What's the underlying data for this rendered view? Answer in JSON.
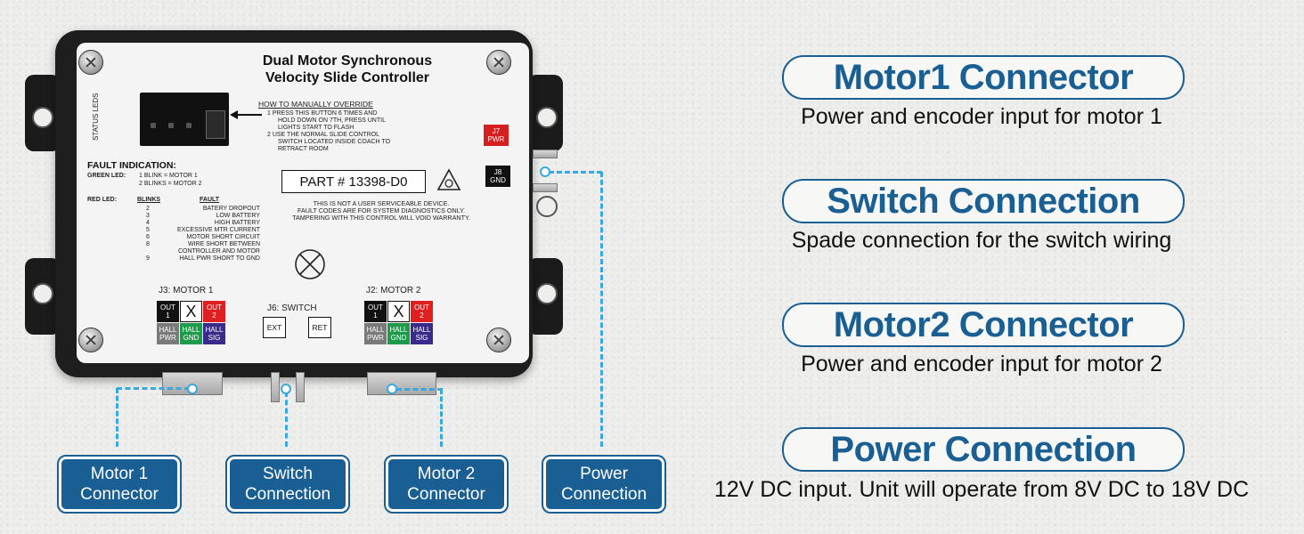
{
  "controller": {
    "title_line1": "Dual Motor Synchronous",
    "title_line2": "Velocity Slide Controller",
    "status_leds": "STATUS LEDS",
    "override_heading": "HOW TO MANUALLY OVERRIDE",
    "override_1a": "1   PRESS THIS BUTTON 6 TIMES AND",
    "override_1b": "HOLD DOWN ON 7TH, PRESS UNTIL",
    "override_1c": "LIGHTS START TO FLASH",
    "override_2a": "2   USE THE NORMAL SLIDE CONTROL",
    "override_2b": "SWITCH LOCATED INSIDE COACH TO",
    "override_2c": "RETRACT ROOM",
    "fault_heading": "FAULT INDICATION:",
    "green_led": "GREEN LED:",
    "green_1": "1 BLINK = MOTOR 1",
    "green_2": "2 BLINKS = MOTOR 2",
    "red_led": "RED LED:",
    "blinks_header": "BLINKS",
    "fault_header": "FAULT",
    "faults": [
      {
        "n": "2",
        "text": "BATERY DROPOUT"
      },
      {
        "n": "3",
        "text": "LOW BATTERY"
      },
      {
        "n": "4",
        "text": "HIGH BATTERY"
      },
      {
        "n": "5",
        "text": "EXCESSIVE MTR CURRENT"
      },
      {
        "n": "6",
        "text": "MOTOR SHORT CIRCUIT"
      },
      {
        "n": "8",
        "text": "WIRE SHORT BETWEEN"
      },
      {
        "n": "",
        "text": "CONTROLLER AND MOTOR"
      },
      {
        "n": "9",
        "text": "HALL PWR SHORT TO GND"
      }
    ],
    "part_number": "PART # 13398-D0",
    "warning_1": "THIS IS NOT A USER SERVICEABLE DEVICE.",
    "warning_2": "FAULT CODES ARE FOR SYSTEM DIAGNOSTICS ONLY.",
    "warning_3": "TAMPERING WITH THIS CONTROL WILL VOID WARRANTY.",
    "j7": "J7",
    "j7_sub": "PWR",
    "j8": "J8",
    "j8_sub": "GND",
    "j3_label": "J3: MOTOR 1",
    "j2_label": "J2: MOTOR 2",
    "j6_label": "J6: SWITCH",
    "ext": "EXT",
    "ret": "RET",
    "out1_a": "OUT",
    "out1_b": "1",
    "out2_a": "OUT",
    "out2_b": "2",
    "x_mark": "X",
    "hall_pwr_a": "HALL",
    "hall_pwr_b": "PWR",
    "hall_gnd_a": "HALL",
    "hall_gnd_b": "GND",
    "hall_sig_a": "HALL",
    "hall_sig_b": "SIG"
  },
  "callouts": {
    "motor1_a": "Motor 1",
    "motor1_b": "Connector",
    "switch_a": "Switch",
    "switch_b": "Connection",
    "motor2_a": "Motor 2",
    "motor2_b": "Connector",
    "power_a": "Power",
    "power_b": "Connection"
  },
  "features": [
    {
      "title": "Motor1 Connector",
      "desc": "Power and encoder input for motor 1"
    },
    {
      "title": "Switch Connection",
      "desc": "Spade connection for the switch wiring"
    },
    {
      "title": "Motor2 Connector",
      "desc": "Power and encoder input for motor 2"
    },
    {
      "title": "Power Connection",
      "desc": "12V DC input. Unit will operate from 8V DC to 18V DC"
    }
  ],
  "colors": {
    "brand_blue": "#1a5f93",
    "dash_blue": "#3aa8dc",
    "out_red": "#e02020",
    "hall_gray": "#7a7a7a",
    "hall_green": "#1f9a4a",
    "hall_purple": "#3a2a8a"
  }
}
